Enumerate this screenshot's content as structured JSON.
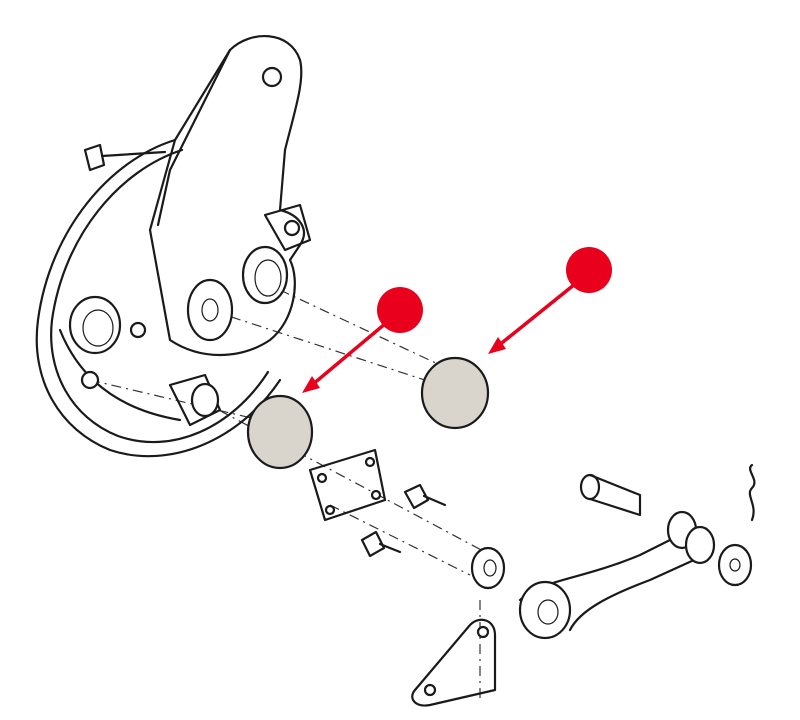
{
  "colors": {
    "marker": "#e8001c",
    "line": "#1a1a1a",
    "felt": "#d9d4cc",
    "background": "#ffffff"
  },
  "markers": [
    {
      "id": "marker-1",
      "points_to": "felt-cap-lower"
    },
    {
      "id": "marker-2",
      "points_to": "felt-cap-upper"
    }
  ]
}
